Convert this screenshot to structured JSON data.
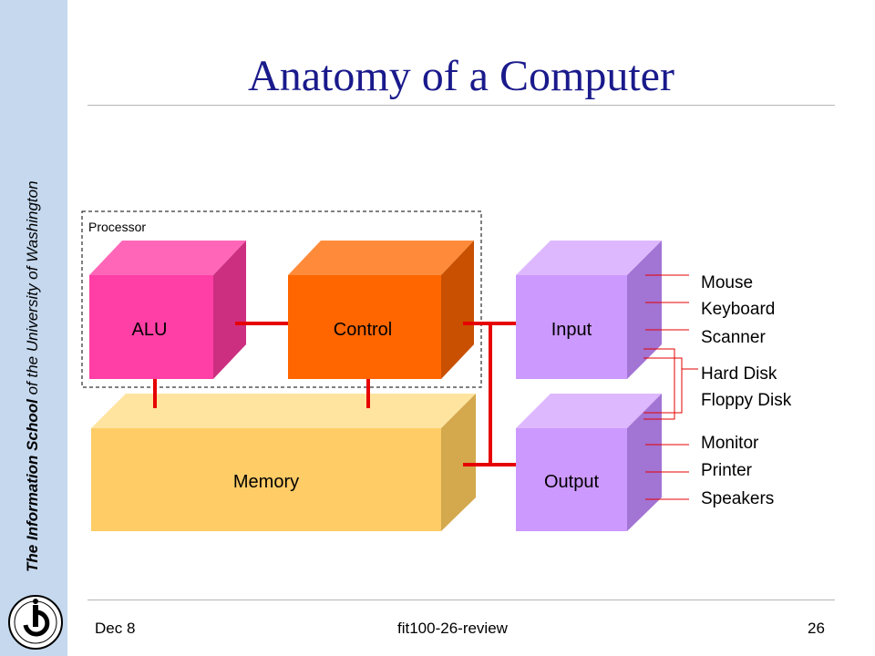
{
  "sidebar": {
    "text_bold": "The Information School",
    "text_rest": " of the University of Washington"
  },
  "title": "Anatomy of a Computer",
  "diagram": {
    "processor_label": "Processor",
    "alu": "ALU",
    "control": "Control",
    "input": "Input",
    "memory": "Memory",
    "output": "Output",
    "devices": [
      "Mouse",
      "Keyboard",
      "Scanner",
      "Hard Disk",
      "Floppy Disk",
      "Monitor",
      "Printer",
      "Speakers"
    ]
  },
  "footer": {
    "date": "Dec 8",
    "deck": "fit100-26-review",
    "page": "26"
  },
  "colors": {
    "alu": "#ff3fa5",
    "control": "#ff6600",
    "io": "#cc99ff",
    "memory": "#ffcc66",
    "connector": "#e60000",
    "title": "#1a1a8c"
  }
}
